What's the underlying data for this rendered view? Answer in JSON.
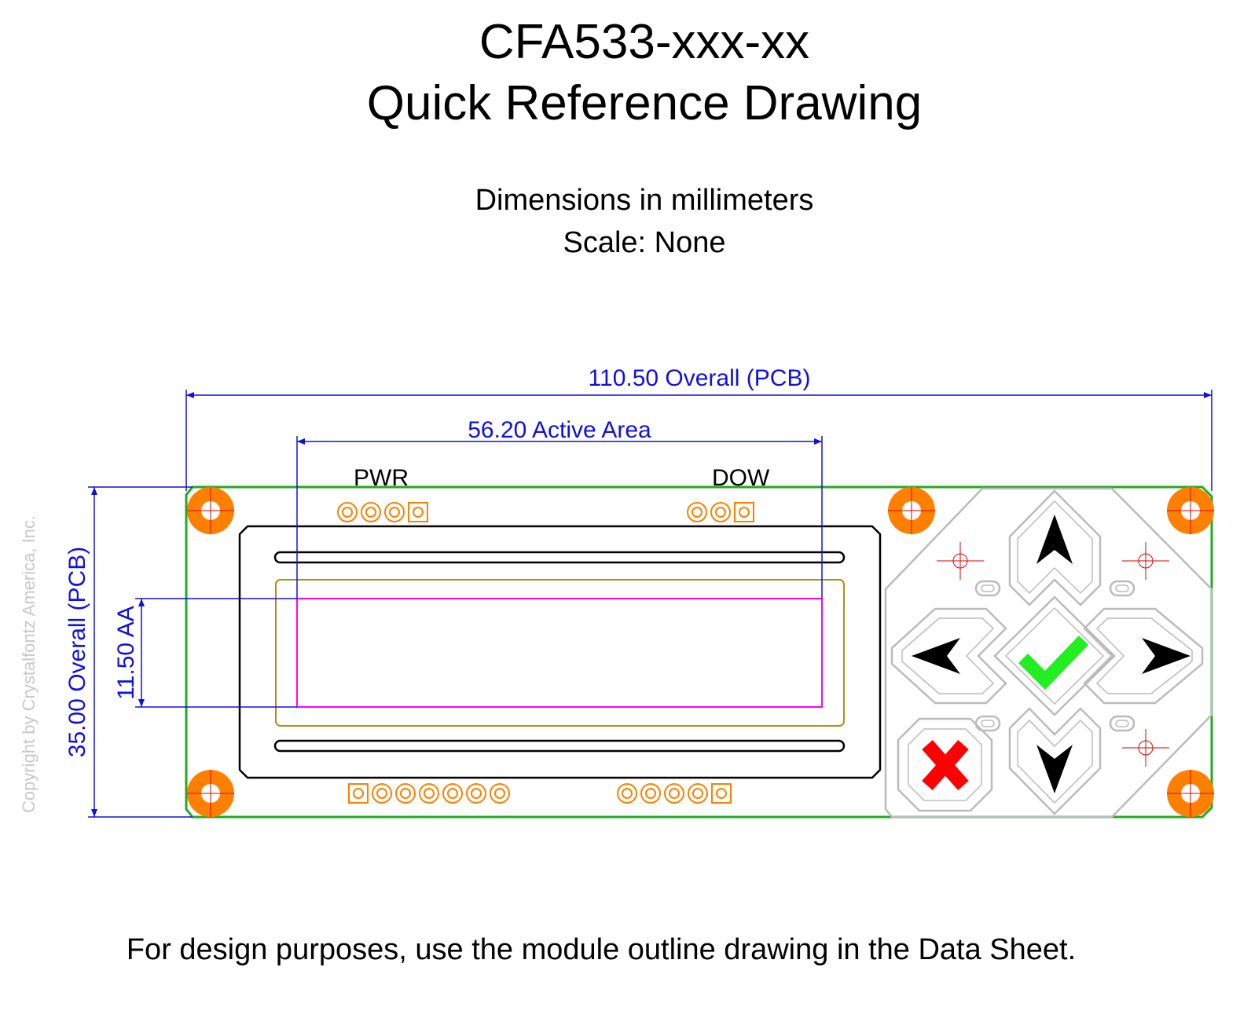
{
  "title_line1": "CFA533-xxx-xx",
  "title_line2": "Quick Reference Drawing",
  "units": "Dimensions in millimeters",
  "scale": "Scale: None",
  "footer": "For design purposes, use the module outline drawing in the Data Sheet.",
  "copyright": "Copyright by Crystalfontz America, Inc.",
  "dimensions": {
    "overall_width": "110.50 Overall (PCB)",
    "active_width": "56.20 Active Area",
    "overall_height": "35.00 Overall (PCB)",
    "active_height": "11.50 AA"
  },
  "connector_labels": {
    "pwr": "PWR",
    "dow": "DOW"
  },
  "colors": {
    "pcb_outline": "#22aa22",
    "mount_pad": "#ff8000",
    "active_area": "#ff00ff",
    "viewing_area": "#bb8a10",
    "dimension": "#1010e0",
    "keypad": "#bbbbbb",
    "check": "#22ee22",
    "cancel": "#ff0000"
  },
  "keypad_icons": [
    "up-arrow-icon",
    "left-arrow-icon",
    "check-icon",
    "right-arrow-icon",
    "cancel-icon",
    "down-arrow-icon"
  ]
}
